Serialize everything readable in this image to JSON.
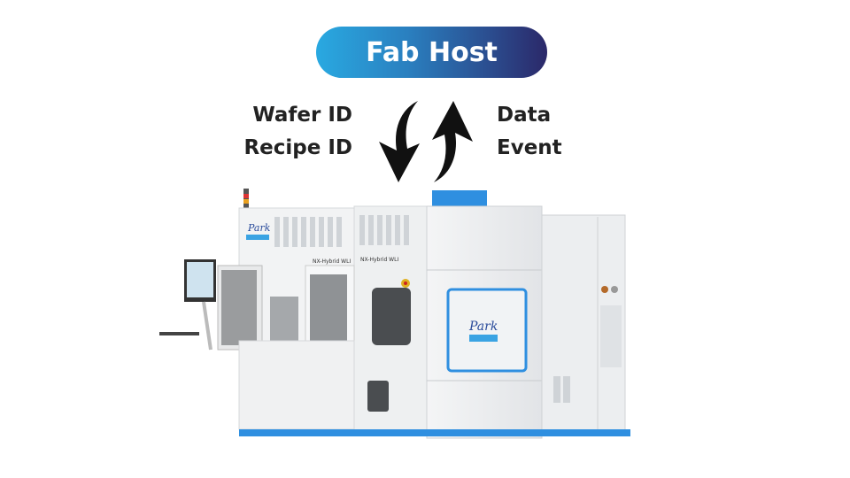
{
  "host": {
    "label": "Fab Host",
    "gradient_start": "#29a9e1",
    "gradient_end": "#2b2869"
  },
  "to_tool": {
    "lines": [
      "Wafer ID",
      "Recipe ID"
    ],
    "icon": "curved-arrow-down-icon"
  },
  "from_tool": {
    "lines": [
      "Data",
      "Event"
    ],
    "icon": "curved-arrow-up-icon"
  },
  "tool": {
    "model_label": "NX-Hybrid WLI",
    "brand_logo": "Park SYSTEMS",
    "accent": "#2f8fe0"
  }
}
